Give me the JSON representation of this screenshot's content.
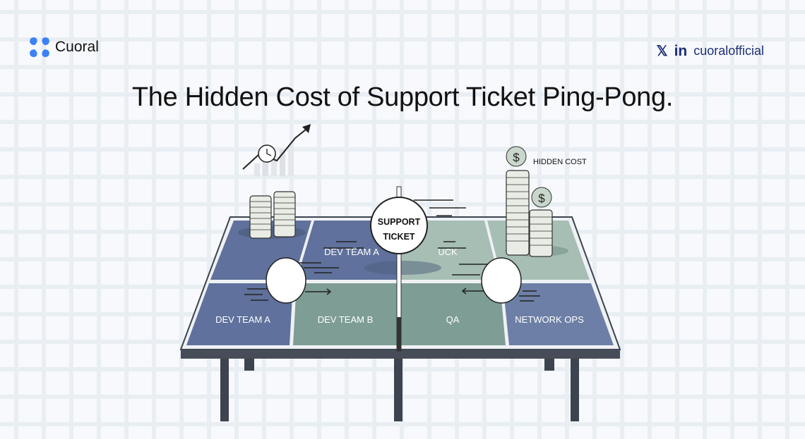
{
  "brand": {
    "name": "Cuoral"
  },
  "social": {
    "x_icon": "x-icon",
    "linkedin_icon": "in",
    "handle": "cuoralofficial"
  },
  "title": "The Hidden Cost of Support Ticket Ping-Pong.",
  "illustration": {
    "ball_label_1": "SUPPORT",
    "ball_label_2": "TICKET",
    "hidden_cost": "HIDDEN COST",
    "zones_top": [
      "DEV TEAM A",
      "UCK"
    ],
    "zones_bottom": [
      "DEV TEAM A",
      "DEV TEAM B",
      "QA",
      "NETWORK OPS"
    ],
    "currency_symbol": "$"
  },
  "colors": {
    "blue_panel": "#5f719c",
    "green_panel": "#7e9d94",
    "light_green": "#a6beb4",
    "accent": "#3b82f6"
  }
}
